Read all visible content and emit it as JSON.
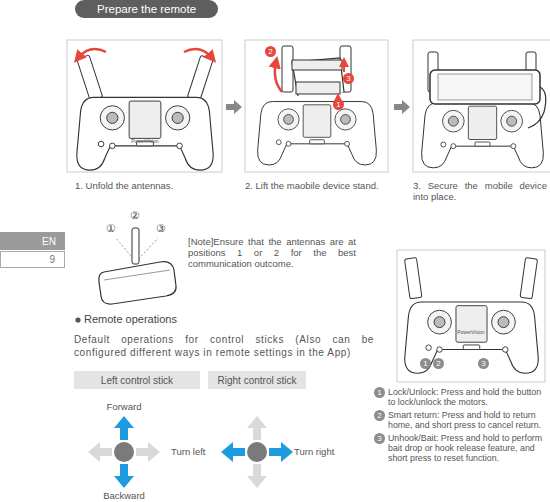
{
  "diagram": {
    "title": "Prepare the remote",
    "nodes": [
      {
        "text": [
          "EN"
        ]
      },
      {
        "text": [
          "9"
        ]
      },
      {
        "text": [
          "Left control stick"
        ]
      },
      {
        "text": [
          "Right control stick"
        ]
      }
    ],
    "labels": [
      "1. Unfold the antennas.",
      "2. Lift the maobile device stand.",
      "3. Secure the mobile device into place.",
      "PowerVision",
      "2",
      "3",
      "1",
      "①",
      "②",
      "③",
      "[Note]Ensure that the antennas are at positions 1 or 2 for the best communication outcome.",
      "Remote operations",
      "Default operations for control sticks (Also can be configured different ways in remote settings in the App)",
      "Forward",
      "Backward",
      "Turn left",
      "Turn right",
      "PowerVision",
      "1",
      "2",
      "3",
      "1",
      "Lock/Unlock: Press and hold the button to lock/unlock the motors.",
      "2",
      "Smart return: Press and hold to return home, and short press to cancel return.",
      "3",
      "Unhook/Bait: Press and hold to perform bait drop or hook release feature, and short press to reset function."
    ]
  }
}
